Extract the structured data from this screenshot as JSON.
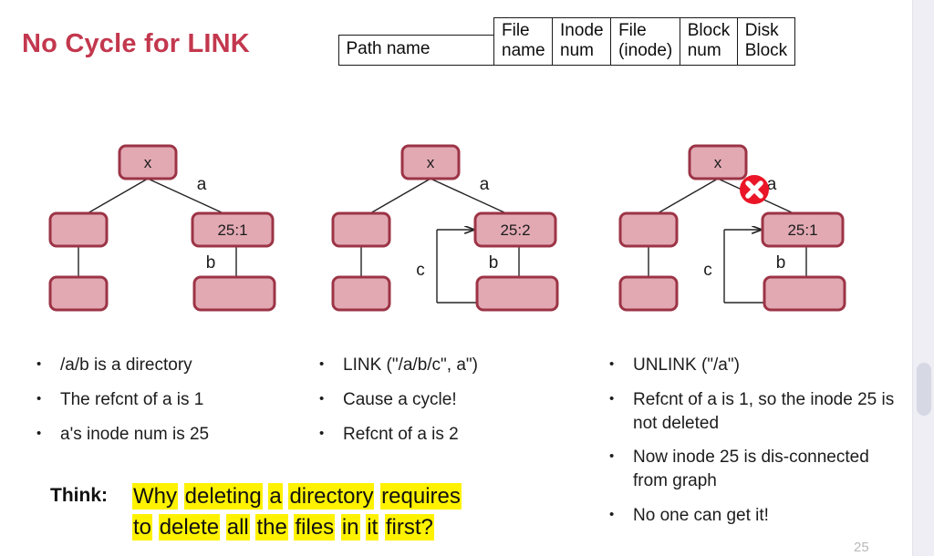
{
  "slide": {
    "title": "No Cycle for LINK",
    "page_number": "25"
  },
  "header_table": {
    "columns": [
      {
        "name": "path-name",
        "lines": [
          "Path name"
        ],
        "tall": false
      },
      {
        "name": "file-name",
        "lines": [
          "File",
          "name"
        ],
        "tall": true
      },
      {
        "name": "inode-num",
        "lines": [
          "Inode",
          "num"
        ],
        "tall": true
      },
      {
        "name": "file-inode",
        "lines": [
          "File",
          "(inode)"
        ],
        "tall": true
      },
      {
        "name": "block-num",
        "lines": [
          "Block",
          "num"
        ],
        "tall": true
      },
      {
        "name": "disk-block",
        "lines": [
          "Disk",
          "Block"
        ],
        "tall": true
      }
    ]
  },
  "diagrams": [
    {
      "id": "diagram-1",
      "caption": "tree-before-link",
      "root_label": "x",
      "inode_label": "25:1",
      "edge_a": "a",
      "edge_b": "b",
      "edge_c": null,
      "has_cycle_arrow": false,
      "has_x_marker": false
    },
    {
      "id": "diagram-2",
      "caption": "tree-with-cycle",
      "root_label": "x",
      "inode_label": "25:2",
      "edge_a": "a",
      "edge_b": "b",
      "edge_c": "c",
      "has_cycle_arrow": true,
      "has_x_marker": false
    },
    {
      "id": "diagram-3",
      "caption": "tree-after-unlink",
      "root_label": "x",
      "inode_label": "25:1",
      "edge_a": "a",
      "edge_b": "b",
      "edge_c": "c",
      "has_cycle_arrow": true,
      "has_x_marker": true
    }
  ],
  "bullet_columns": [
    {
      "id": "bullets-col-1",
      "items": [
        "/a/b is a directory",
        "The refcnt of a is 1",
        "a's inode num is 25"
      ]
    },
    {
      "id": "bullets-col-2",
      "items": [
        "LINK (\"/a/b/c\", a\")",
        "Cause a cycle!",
        "Refcnt of a is 2"
      ]
    },
    {
      "id": "bullets-col-3",
      "items": [
        "UNLINK (\"/a\")",
        "Refcnt of a is 1, so the inode 25 is not deleted",
        "Now inode 25 is dis-connected from graph",
        "No one can get it!"
      ]
    }
  ],
  "think": {
    "label": "Think:",
    "line1_words": [
      "Why",
      "deleting",
      "a",
      "directory",
      "requires"
    ],
    "line2_words": [
      "to",
      "delete",
      "all",
      "the",
      "files",
      "in",
      "it",
      "first?"
    ],
    "full_text": "Why deleting a directory requires to delete all the files in it first?"
  },
  "colors": {
    "title": "#c3384e",
    "node_fill": "#e2a9b3",
    "node_border": "#9c3446",
    "highlight": "#fff200",
    "x_marker": "#ea1527",
    "edge": "#232323"
  }
}
